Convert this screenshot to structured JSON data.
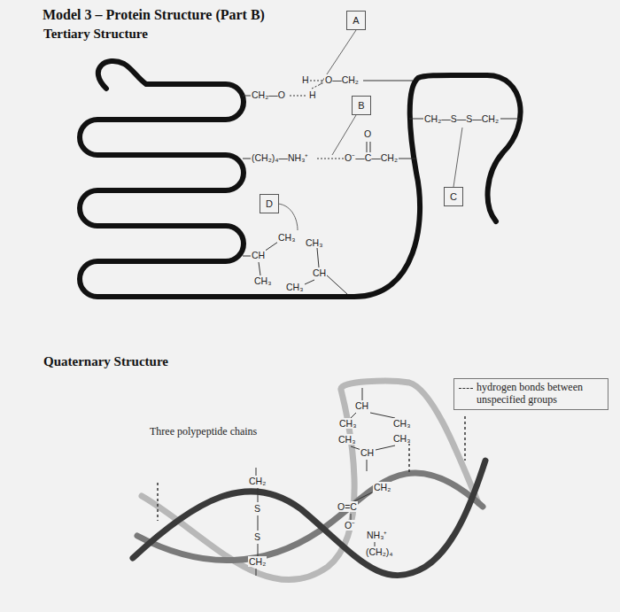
{
  "diagram": {
    "title": "Model 3 – Protein Structure (Part B)",
    "nodes": [
      {
        "text": [
          "A"
        ]
      },
      {
        "text": [
          "B"
        ]
      },
      {
        "text": [
          "C"
        ]
      },
      {
        "text": [
          "D"
        ]
      }
    ],
    "labels": [
      "Tertiary Structure",
      "H",
      "O—CH₂",
      "CH₂—O",
      "H",
      "(CH₂)₄—NH₃⁺",
      "O",
      "O⁻—C—CH₂",
      "CH₂—S—S—CH₂",
      "CH",
      "CH₃",
      "CH₃",
      "CH₃",
      "CH",
      "CH₃",
      "Quaternary Structure",
      "Three polypeptide chains",
      "CH₂",
      "S",
      "S",
      "CH₂",
      "CH",
      "CH₃",
      "CH₃",
      "CH₃",
      "CH₃",
      "CH",
      "CH₂",
      "O=C",
      "O⁻",
      "NH₃⁺",
      "(CH₂)₄"
    ],
    "legend": [
      {
        "text": "hydrogen bonds between unspecified groups"
      }
    ]
  }
}
